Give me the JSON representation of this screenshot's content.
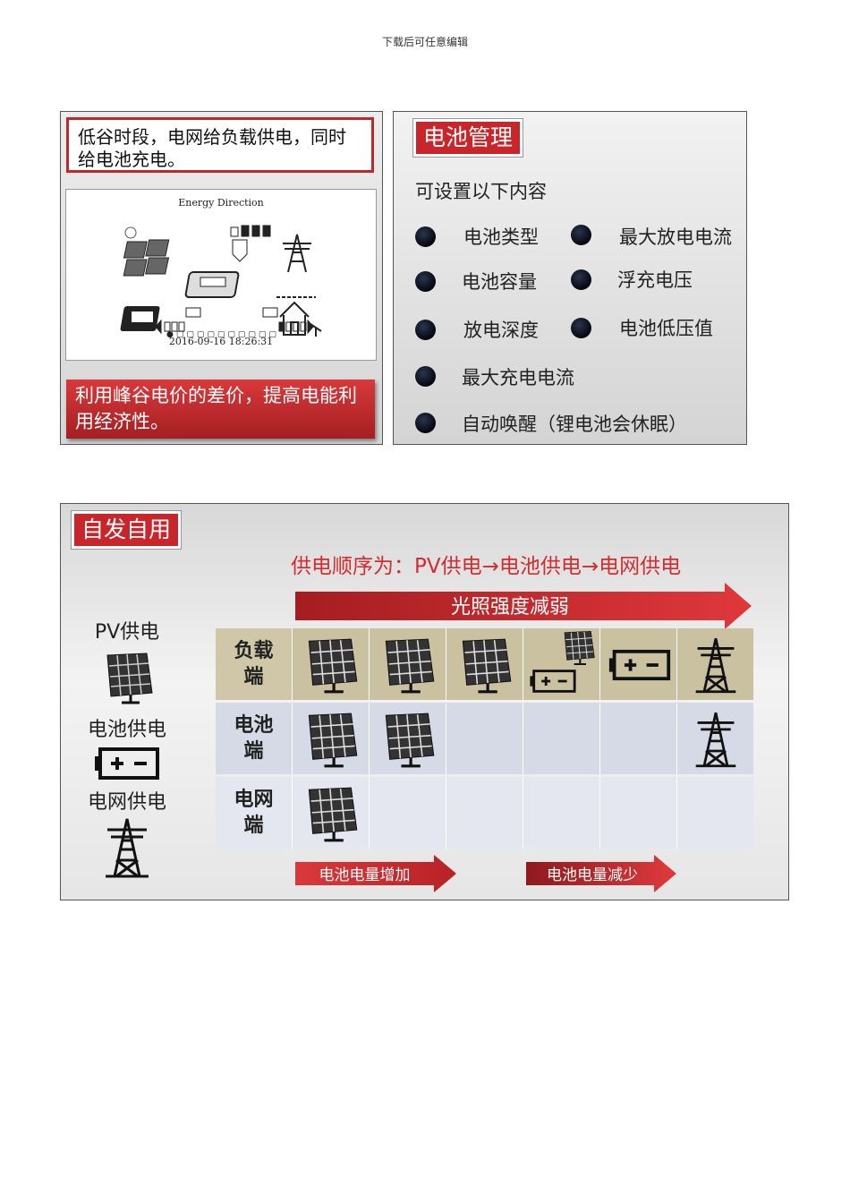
{
  "header": {
    "note": "下载后可任意编辑"
  },
  "panel_left": {
    "caption": "低谷时段，电网给负载供电，同时给电池充电。",
    "screen": {
      "title": "Energy Direction",
      "timestamp": "2016-09-16 18:26:31"
    },
    "benefit": "利用峰谷电价的差价，提高电能利用经济性。"
  },
  "panel_right": {
    "tag": "电池管理",
    "subtitle": "可设置以下内容",
    "items": [
      "电池类型",
      "最大放电电流",
      "电池容量",
      "浮充电压",
      "放电深度",
      "电池低压值",
      "最大充电电流",
      "自动唤醒（锂电池会休眠）"
    ]
  },
  "panel_bottom": {
    "tag": "自发自用",
    "order": "供电顺序为：PV供电→电池供电→电网供电",
    "arrow_label": "光照强度减弱",
    "legend": {
      "pv": "PV供电",
      "battery": "电池供电",
      "grid": "电网供电"
    },
    "rows": [
      {
        "label": "负载端",
        "cells": [
          "solar",
          "solar",
          "solar",
          "solar+battery",
          "battery",
          "grid"
        ]
      },
      {
        "label": "电池端",
        "cells": [
          "solar",
          "solar",
          "",
          "",
          "",
          "grid"
        ]
      },
      {
        "label": "电网端",
        "cells": [
          "solar",
          "",
          "",
          "",
          "",
          ""
        ]
      }
    ],
    "charge_increase": "电池电量增加",
    "charge_decrease": "电池电量减少"
  },
  "icons": {
    "solar": "solar-panel-icon",
    "battery": "battery-icon",
    "grid": "power-tower-icon"
  },
  "colors": {
    "accent_red": "#c8262a",
    "row1": "#c9c1a0",
    "row2": "#d5dae6",
    "row3": "#e4e7ef"
  }
}
